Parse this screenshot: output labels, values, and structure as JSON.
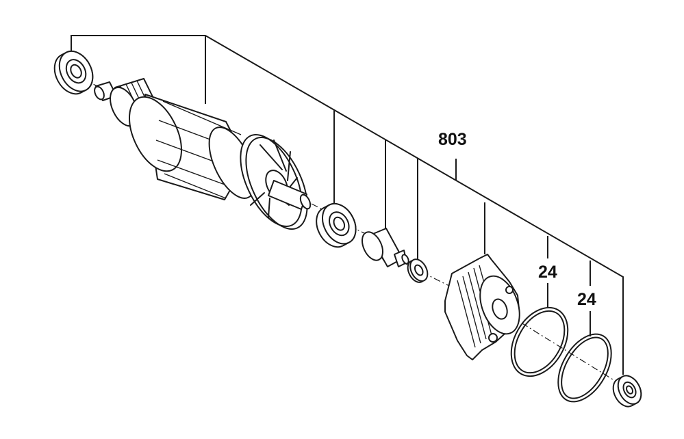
{
  "diagram": {
    "callouts": {
      "assembly": "803",
      "oring_a": "24",
      "oring_b": "24"
    }
  }
}
